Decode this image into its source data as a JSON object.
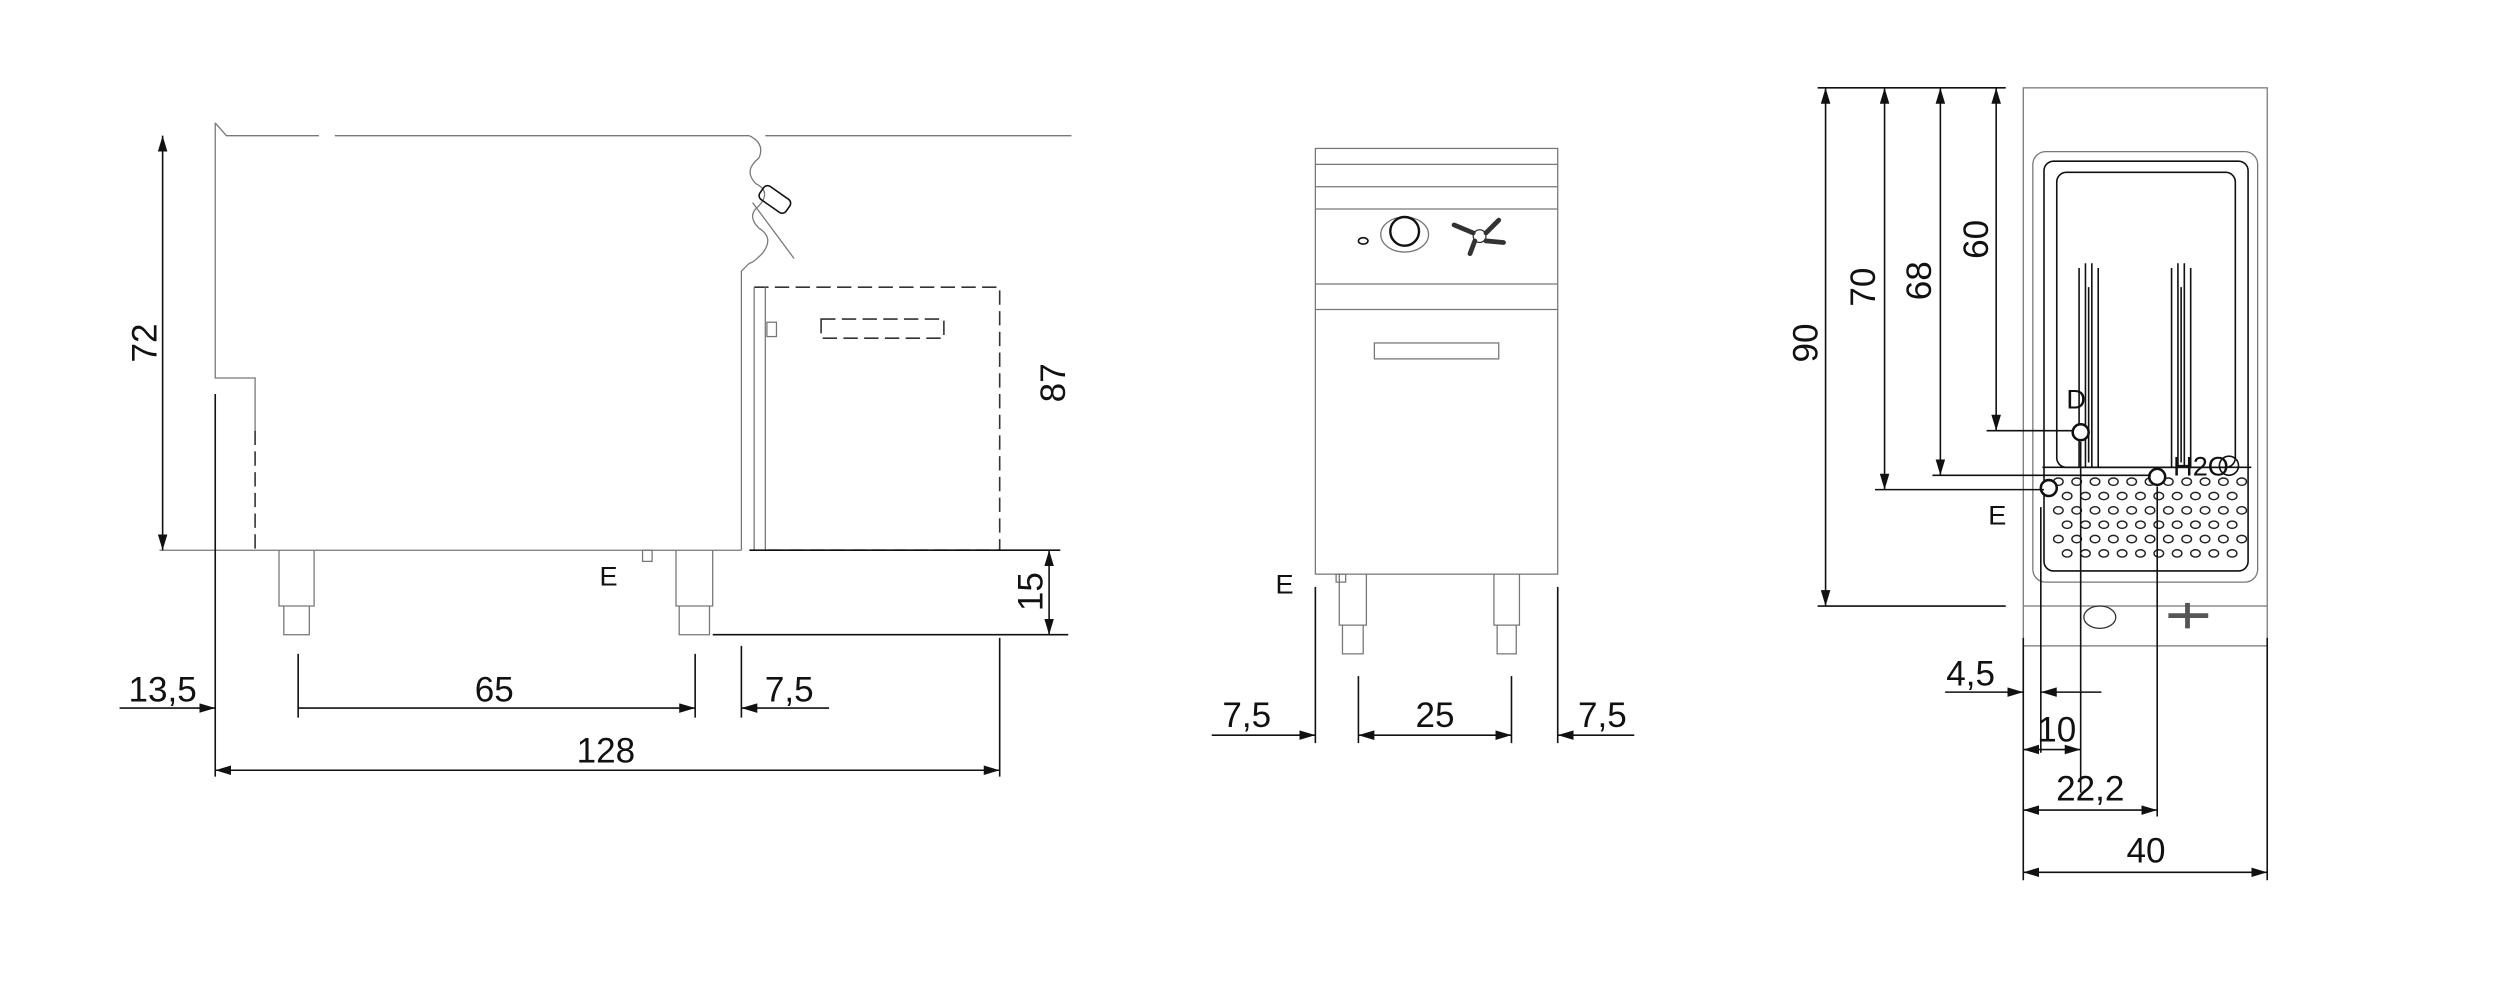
{
  "side_view": {
    "dims": {
      "height_72": "72",
      "height_87": "87",
      "leg_15": "15",
      "offset_13_5": "13,5",
      "leg_span_65": "65",
      "offset_7_5": "7,5",
      "depth_128": "128"
    },
    "drain_label": "E"
  },
  "front_view": {
    "dims": {
      "left_7_5": "7,5",
      "leg_span_25": "25",
      "right_7_5": "7,5"
    },
    "drain_label": "E"
  },
  "top_view": {
    "dims": {
      "d_90": "90",
      "d_70": "70",
      "d_68": "68",
      "d_60": "60",
      "w_4_5": "4,5",
      "w_10": "10",
      "w_22_2": "22,2",
      "w_40": "40"
    },
    "labels": {
      "drain": "D",
      "water": "H2O",
      "electric": "E"
    }
  }
}
